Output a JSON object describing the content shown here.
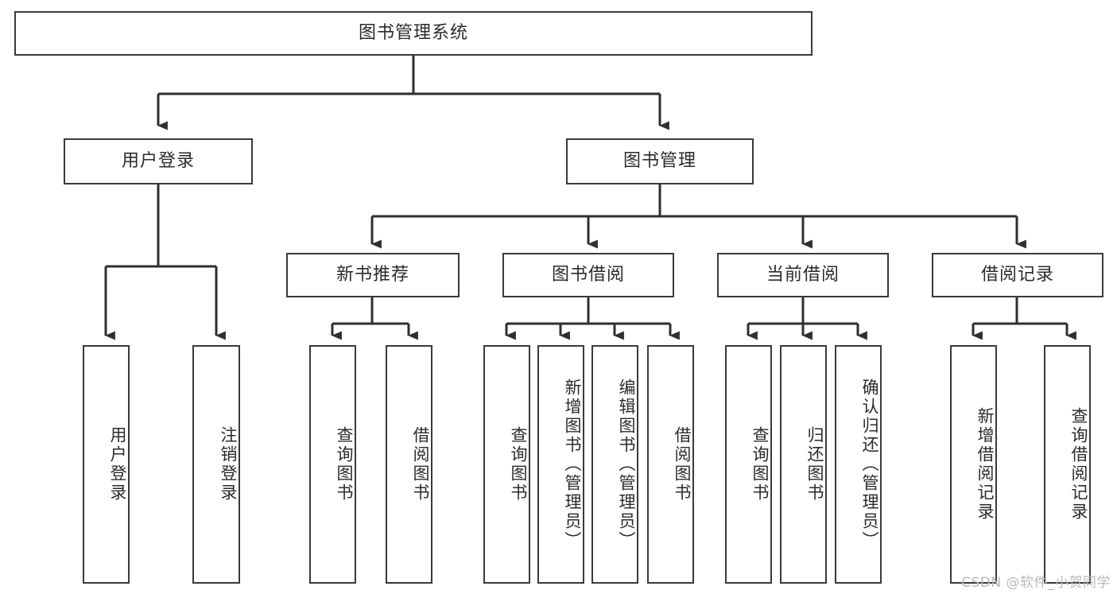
{
  "diagram": {
    "title": "图书管理系统",
    "type": "hierarchy-tree",
    "watermark": "CSDN @软件_小贺同学",
    "colors": {
      "border": "#3a3a3a",
      "background": "#ffffff",
      "text": "#2b2b2b",
      "connector": "#2f2f2f",
      "watermark": "#b9b9b9"
    },
    "nodes": {
      "root": {
        "label": "图书管理系统"
      },
      "level2": [
        {
          "id": "user-login",
          "label": "用户登录"
        },
        {
          "id": "book-manage",
          "label": "图书管理"
        }
      ],
      "level3": [
        {
          "id": "new-book-rec",
          "label": "新书推荐"
        },
        {
          "id": "book-borrow",
          "label": "图书借阅"
        },
        {
          "id": "current-borrow",
          "label": "当前借阅"
        },
        {
          "id": "borrow-record",
          "label": "借阅记录"
        }
      ],
      "leaves": {
        "user_login": [
          {
            "id": "leaf-user-login",
            "label": "用户登录"
          },
          {
            "id": "leaf-user-logout",
            "label": "注销登录"
          }
        ],
        "new_book_rec": [
          {
            "id": "leaf-query-book-1",
            "label": "查询图书"
          },
          {
            "id": "leaf-borrow-book-1",
            "label": "借阅图书"
          }
        ],
        "book_borrow": [
          {
            "id": "leaf-query-book-2",
            "label": "查询图书"
          },
          {
            "id": "leaf-add-book",
            "label": "新增图书（管理员）"
          },
          {
            "id": "leaf-edit-book",
            "label": "编辑图书（管理员）"
          },
          {
            "id": "leaf-borrow-book-2",
            "label": "借阅图书"
          }
        ],
        "current_borrow": [
          {
            "id": "leaf-query-book-3",
            "label": "查询图书"
          },
          {
            "id": "leaf-return-book",
            "label": "归还图书"
          },
          {
            "id": "leaf-confirm-return",
            "label": "确认归还（管理员）"
          }
        ],
        "borrow_record": [
          {
            "id": "leaf-add-record",
            "label": "新增借阅记录"
          },
          {
            "id": "leaf-query-record",
            "label": "查询借阅记录"
          }
        ]
      }
    }
  }
}
